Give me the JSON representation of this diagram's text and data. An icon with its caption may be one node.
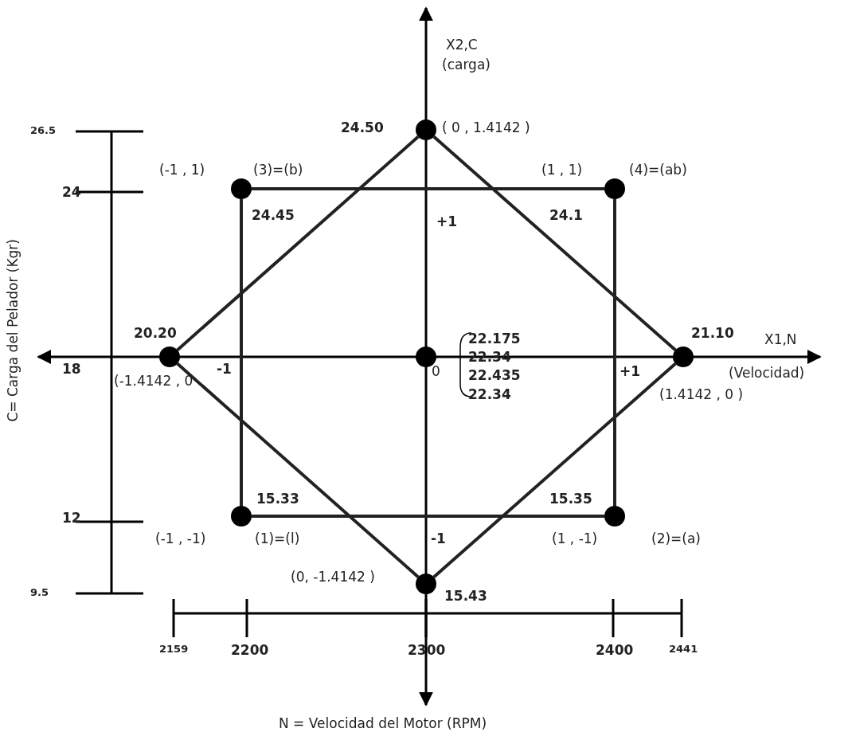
{
  "diagram": {
    "nodes": [
      {
        "text": [],
        "shape": "circle",
        "beside": [
          "24.50",
          "( 0 , 1.4142 )"
        ]
      },
      {
        "text": [],
        "shape": "circle",
        "beside": [
          "(-1 , 1)",
          "(3)=(b)",
          "24.45"
        ]
      },
      {
        "text": [],
        "shape": "circle",
        "beside": [
          "(1 , 1)",
          "(4)=(ab)",
          "24.1"
        ]
      },
      {
        "text": [],
        "shape": "circle",
        "beside": [
          "20.20",
          "(-1.4142 , 0"
        ]
      },
      {
        "text": [],
        "shape": "circle",
        "beside": [
          "22.175",
          "22.34",
          "22.435",
          "22.34"
        ]
      },
      {
        "text": [],
        "shape": "circle",
        "beside": [
          "21.10",
          "(1.4142 , 0 )"
        ]
      },
      {
        "text": [],
        "shape": "circle",
        "beside": [
          "15.33",
          "(-1 , -1)",
          "(1)=(l)"
        ]
      },
      {
        "text": [],
        "shape": "circle",
        "beside": [
          "15.35",
          "(1 , -1)",
          "(2)=(a)"
        ]
      },
      {
        "text": [],
        "shape": "circle",
        "beside": [
          "(0, -1.4142 )",
          "15.43"
        ]
      }
    ],
    "edges": [
      {
        "from": 1,
        "to": 2,
        "arrow": "none"
      },
      {
        "from": 2,
        "to": 7,
        "arrow": "none"
      },
      {
        "from": 7,
        "to": 6,
        "arrow": "none"
      },
      {
        "from": 6,
        "to": 1,
        "arrow": "none"
      },
      {
        "from": 0,
        "to": 5,
        "arrow": "none"
      },
      {
        "from": 5,
        "to": 8,
        "arrow": "none"
      },
      {
        "from": 8,
        "to": 3,
        "arrow": "none"
      },
      {
        "from": 3,
        "to": 0,
        "arrow": "none"
      }
    ],
    "labels": [
      "X2,C",
      "(carga)",
      "26.5",
      "24",
      "+1",
      "18",
      "-1",
      "0",
      "X1,N",
      "+1",
      "(Velocidad)",
      "C= Carga del Pelador (Kgr)",
      "12",
      "-1",
      "9.5",
      "2159",
      "2200",
      "2300",
      "2400",
      "2441",
      "N = Velocidad del Motor (RPM)"
    ]
  }
}
